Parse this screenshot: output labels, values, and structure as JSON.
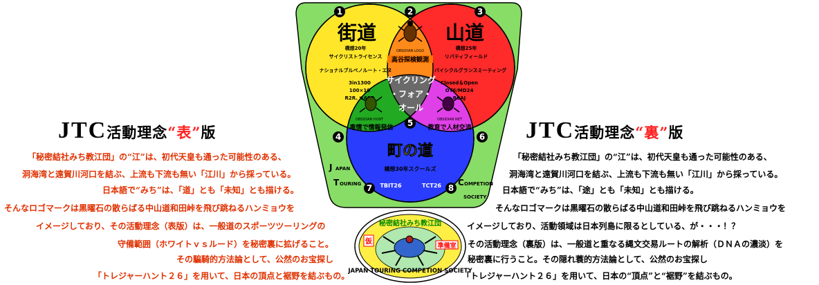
{
  "left": {
    "title_main": "JTC",
    "title_sub": "活動理念",
    "title_q_open": "“",
    "title_key": "表",
    "title_q_close": "”",
    "title_suffix": "版",
    "lines": [
      "「秘密結社みち教江団」の“江”は、初代天皇も通った可能性のある、",
      "洞海湾と遠賀川河口を結ぶ、上流も下流も無い「江川」から採っている。",
      "日本語で“みち”は、「道」とも「未知」とも描ける。",
      "そんなロゴマークは黒曜石の散らばる中山道和田峠を飛び跳ねるハンミョウを",
      "イメージしており、その活動理念（表版）は、一般道のスポーツツーリングの",
      "守備範囲（ホワイトｖｓルード）を秘密裏に拡げること。",
      "その騙騎的方法論として、公然のお宝探し",
      "「トレジャーハント２６」を用いて、日本の頂点と裾野を結ぶもの。"
    ]
  },
  "right": {
    "title_main": "JTC",
    "title_sub": "活動理念",
    "title_q_open": "“",
    "title_key": "裏",
    "title_q_close": "”",
    "title_suffix": "版",
    "lines": [
      "「秘密結社みち教江団」の“江”は、初代天皇も通った可能性のある、",
      "洞海湾と遠賀川河口を結ぶ、上流も下流も無い「江川」から採っている。",
      "日本語で“みち”は、「途」とも「未知」とも描ける。",
      "そんなロゴマークは黒曜石の散らばる中山道和田峠を飛び跳ねるハンミョウを",
      "イメージしており、活動領域は日本列島に限るとしている、が・・・！？",
      "その活動理念（裏版）は、一般道と重なる縄文交易ルートの解析（ＤＮＡの濃淡）を",
      "秘密裏に行うこと。その隠れ蓑的方法論として、公然のお宝探し",
      "「トレジャーハント２６」を用いて、日本の“頂点”と“裾野”を結ぶもの。"
    ]
  },
  "venn": {
    "numbers": [
      "1",
      "2",
      "3",
      "4",
      "5",
      "6",
      "7",
      "8"
    ],
    "kaido": {
      "title": "街道",
      "l1": "構想20年",
      "l2": "サイクリストライセンス",
      "l3": "ナショナルブルベノルート・エヌ",
      "l4": "3in1300",
      "l5": "100×10",
      "l6": "R2R、160D"
    },
    "yamamichi": {
      "title": "山道",
      "l1": "構想25年",
      "l2": "リバティフィールド",
      "l3": "バイシクルグランスミーティング",
      "l4": "Closed＆Open",
      "l5": "OT6/MD24",
      "l6": "RCAJ"
    },
    "machi": {
      "title": "町の道",
      "l1": "構想30年スクールズ",
      "tbit": "TBIT26",
      "tctb": "TCT26"
    },
    "center": {
      "l1": "サイクリング",
      "l2": "・フォア・",
      "l3": "オール"
    },
    "logo_top": {
      "label": "OBSIDIAN LOGO",
      "band": "高谷探検観測"
    },
    "logo_left": {
      "label": "OBSIDIAN HUNT",
      "band": "車情で情報発信"
    },
    "logo_right": {
      "label": "OBSIDIAN NET",
      "band": "教育で人材交流"
    },
    "jt_left": {
      "a1": "J",
      "a2": "APAN",
      "b1": "T",
      "b2": "OURING"
    },
    "jt_right": {
      "a1": "C",
      "a2": "OMPETION",
      "b": "SOCIETY"
    }
  },
  "badge": {
    "top_text": "秘密結社みち教江団",
    "left_tag": "仮",
    "right_tag": "準備室",
    "ring_text": "JAPAN TOURING COMPETION SOCIETY"
  }
}
